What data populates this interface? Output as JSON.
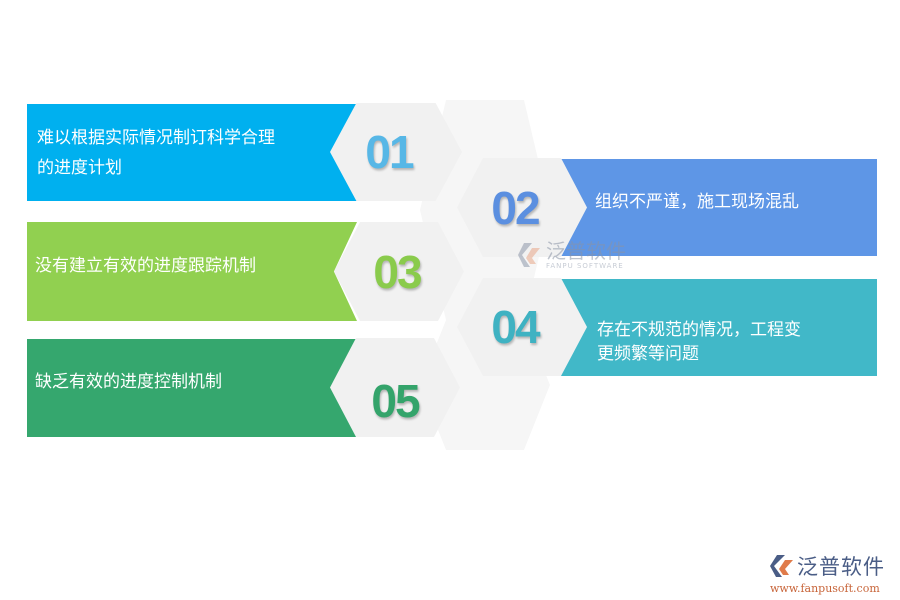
{
  "items": [
    {
      "num": "01",
      "text_line1": "难以根据实际情况制订科学合理",
      "text_line2": "的进度计划",
      "bar_color": "#00b0ef",
      "num_color": "#57b7e6",
      "side": "left"
    },
    {
      "num": "02",
      "text_line1": "组织不严谨，施工现场混乱",
      "text_line2": "",
      "bar_color": "#5e96e6",
      "num_color": "#5b8fe0",
      "side": "right"
    },
    {
      "num": "03",
      "text_line1": "没有建立有效的进度跟踪机制",
      "text_line2": "",
      "bar_color": "#91d050",
      "num_color": "#8acb4c",
      "side": "left"
    },
    {
      "num": "04",
      "text_line1": "存在不规范的情况，工程变",
      "text_line2": "更频繁等问题",
      "bar_color": "#41b8c8",
      "num_color": "#3fb2c2",
      "side": "right"
    },
    {
      "num": "05",
      "text_line1": "缺乏有效的进度控制机制",
      "text_line2": "",
      "bar_color": "#35a76e",
      "num_color": "#34a46b",
      "side": "left"
    }
  ],
  "watermark": {
    "cn": "泛普软件",
    "en": "FANPU SOFTWARE"
  },
  "logo": {
    "cn": "泛普软件",
    "url": "www.fanpusoft.com"
  }
}
